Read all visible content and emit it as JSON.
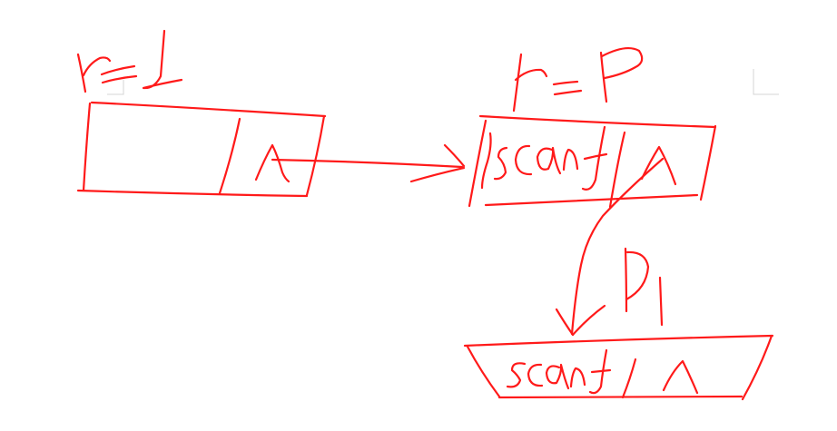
{
  "colors": {
    "ink": "#ff1a1a",
    "page_corner_marks": "#d4d4d4",
    "background": "#ffffff"
  },
  "labels": {
    "label_r_eq_L": "r=L",
    "label_r_eq_p": "r=p",
    "label_p1": "p1",
    "node2_data": "scanf",
    "node2_next": "^",
    "node3_data": "scanf",
    "node3_next": "^",
    "node1_next": "^"
  },
  "icons": {
    "arrow_node1_to_node2": "right-arrow",
    "arrow_node2_to_node3": "curved-down-arrow"
  }
}
